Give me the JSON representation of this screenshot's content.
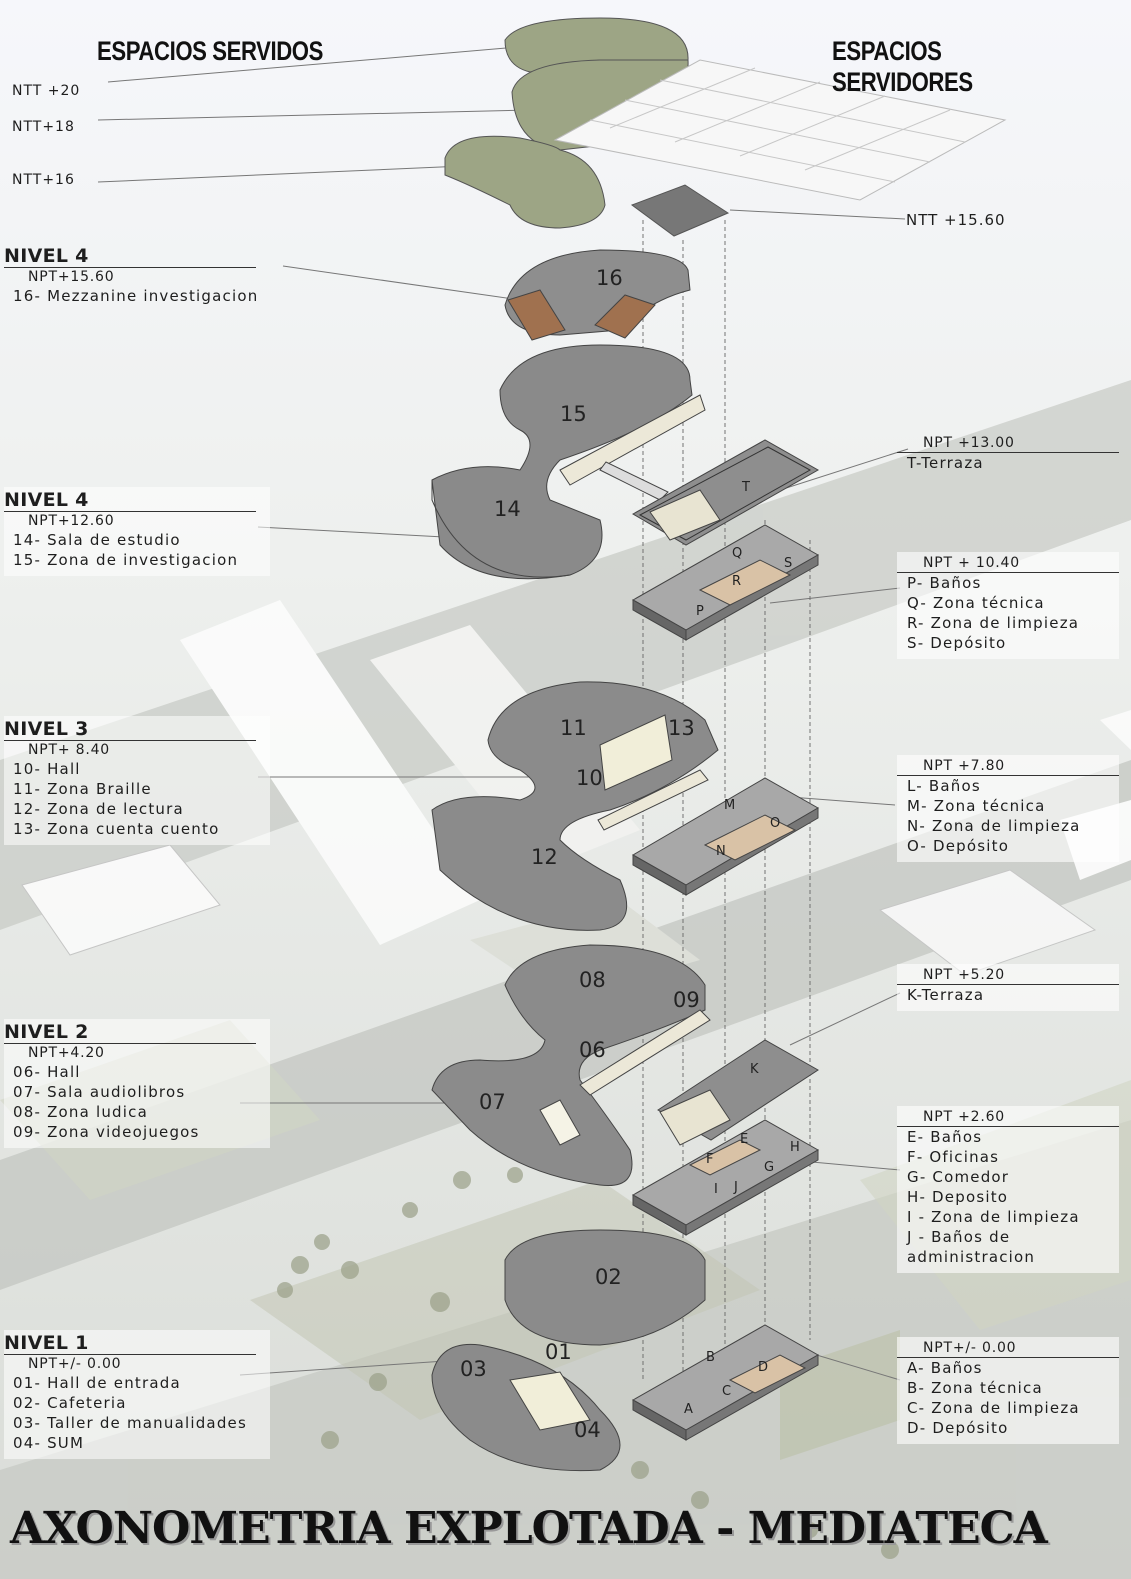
{
  "header": {
    "served": "ESPACIOS SERVIDOS",
    "servers": "ESPACIOS SERVIDORES"
  },
  "roof_levels": {
    "ntt20": "NTT +20",
    "ntt18": "NTT+18",
    "ntt16": "NTT+16",
    "ntt1560": "NTT +15.60"
  },
  "served_levels": [
    {
      "level": "NIVEL 4",
      "npt": "NPT+15.60",
      "items": [
        "16- Mezzanine investigacion"
      ]
    },
    {
      "level": "NIVEL 4",
      "npt": "NPT+12.60",
      "items": [
        "14- Sala de estudio",
        "15- Zona de investigacion"
      ]
    },
    {
      "level": "NIVEL 3",
      "npt": "NPT+ 8.40",
      "items": [
        "10- Hall",
        "11- Zona Braille",
        "12- Zona de lectura",
        "13- Zona cuenta cuento"
      ]
    },
    {
      "level": "NIVEL 2",
      "npt": "NPT+4.20",
      "items": [
        "06- Hall",
        "07- Sala audiolibros",
        "08- Zona ludica",
        "09- Zona videojuegos"
      ]
    },
    {
      "level": "NIVEL 1",
      "npt": "NPT+/- 0.00",
      "items": [
        "01- Hall de entrada",
        "02- Cafeteria",
        "03- Taller de manualidades",
        "04- SUM"
      ]
    }
  ],
  "server_levels": [
    {
      "npt": "NPT +13.00",
      "items": [
        "T-Terraza"
      ]
    },
    {
      "npt": "NPT + 10.40",
      "items": [
        "P- Baños",
        "Q- Zona técnica",
        "R- Zona de limpieza",
        "S- Depósito"
      ]
    },
    {
      "npt": "NPT +7.80",
      "items": [
        "L- Baños",
        "M- Zona técnica",
        "N- Zona de limpieza",
        "O- Depósito"
      ]
    },
    {
      "npt": "NPT +5.20",
      "items": [
        "K-Terraza"
      ]
    },
    {
      "npt": "NPT +2.60",
      "items": [
        "E- Baños",
        "F- Oficinas",
        "G- Comedor",
        "H- Deposito",
        "I - Zona de limpieza",
        "J - Baños de",
        "administracion"
      ]
    },
    {
      "npt": "NPT+/- 0.00",
      "items": [
        "A- Baños",
        "B- Zona técnica",
        "C- Zona de limpieza",
        "D- Depósito"
      ]
    }
  ],
  "plan_numbers": [
    "16",
    "15",
    "14",
    "11",
    "13",
    "10",
    "12",
    "08",
    "09",
    "06",
    "07",
    "02",
    "01",
    "03",
    "04"
  ],
  "plan_letters": [
    "T",
    "Q",
    "S",
    "R",
    "P",
    "M",
    "O",
    "N",
    "K",
    "E",
    "F",
    "G",
    "H",
    "I",
    "J",
    "B",
    "D",
    "C",
    "A"
  ],
  "title": "AXONOMETRIA EXPLOTADA - MEDIATECA"
}
